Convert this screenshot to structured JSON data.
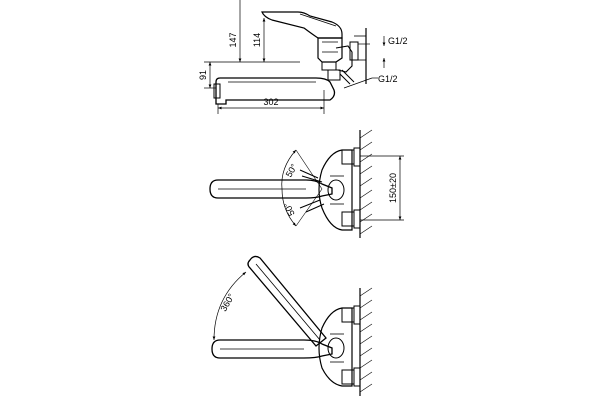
{
  "colors": {
    "line": "#000000",
    "background": "#ffffff"
  },
  "top_view": {
    "dim_147": "147",
    "dim_114": "114",
    "dim_91": "91",
    "dim_302": "302",
    "thread_top": "G1/2",
    "thread_bottom": "G1/2"
  },
  "middle_view": {
    "angle_up": "50°",
    "angle_down": "50°",
    "dim_spacing": "150±20"
  },
  "bottom_view": {
    "angle_rotation": "360°"
  }
}
